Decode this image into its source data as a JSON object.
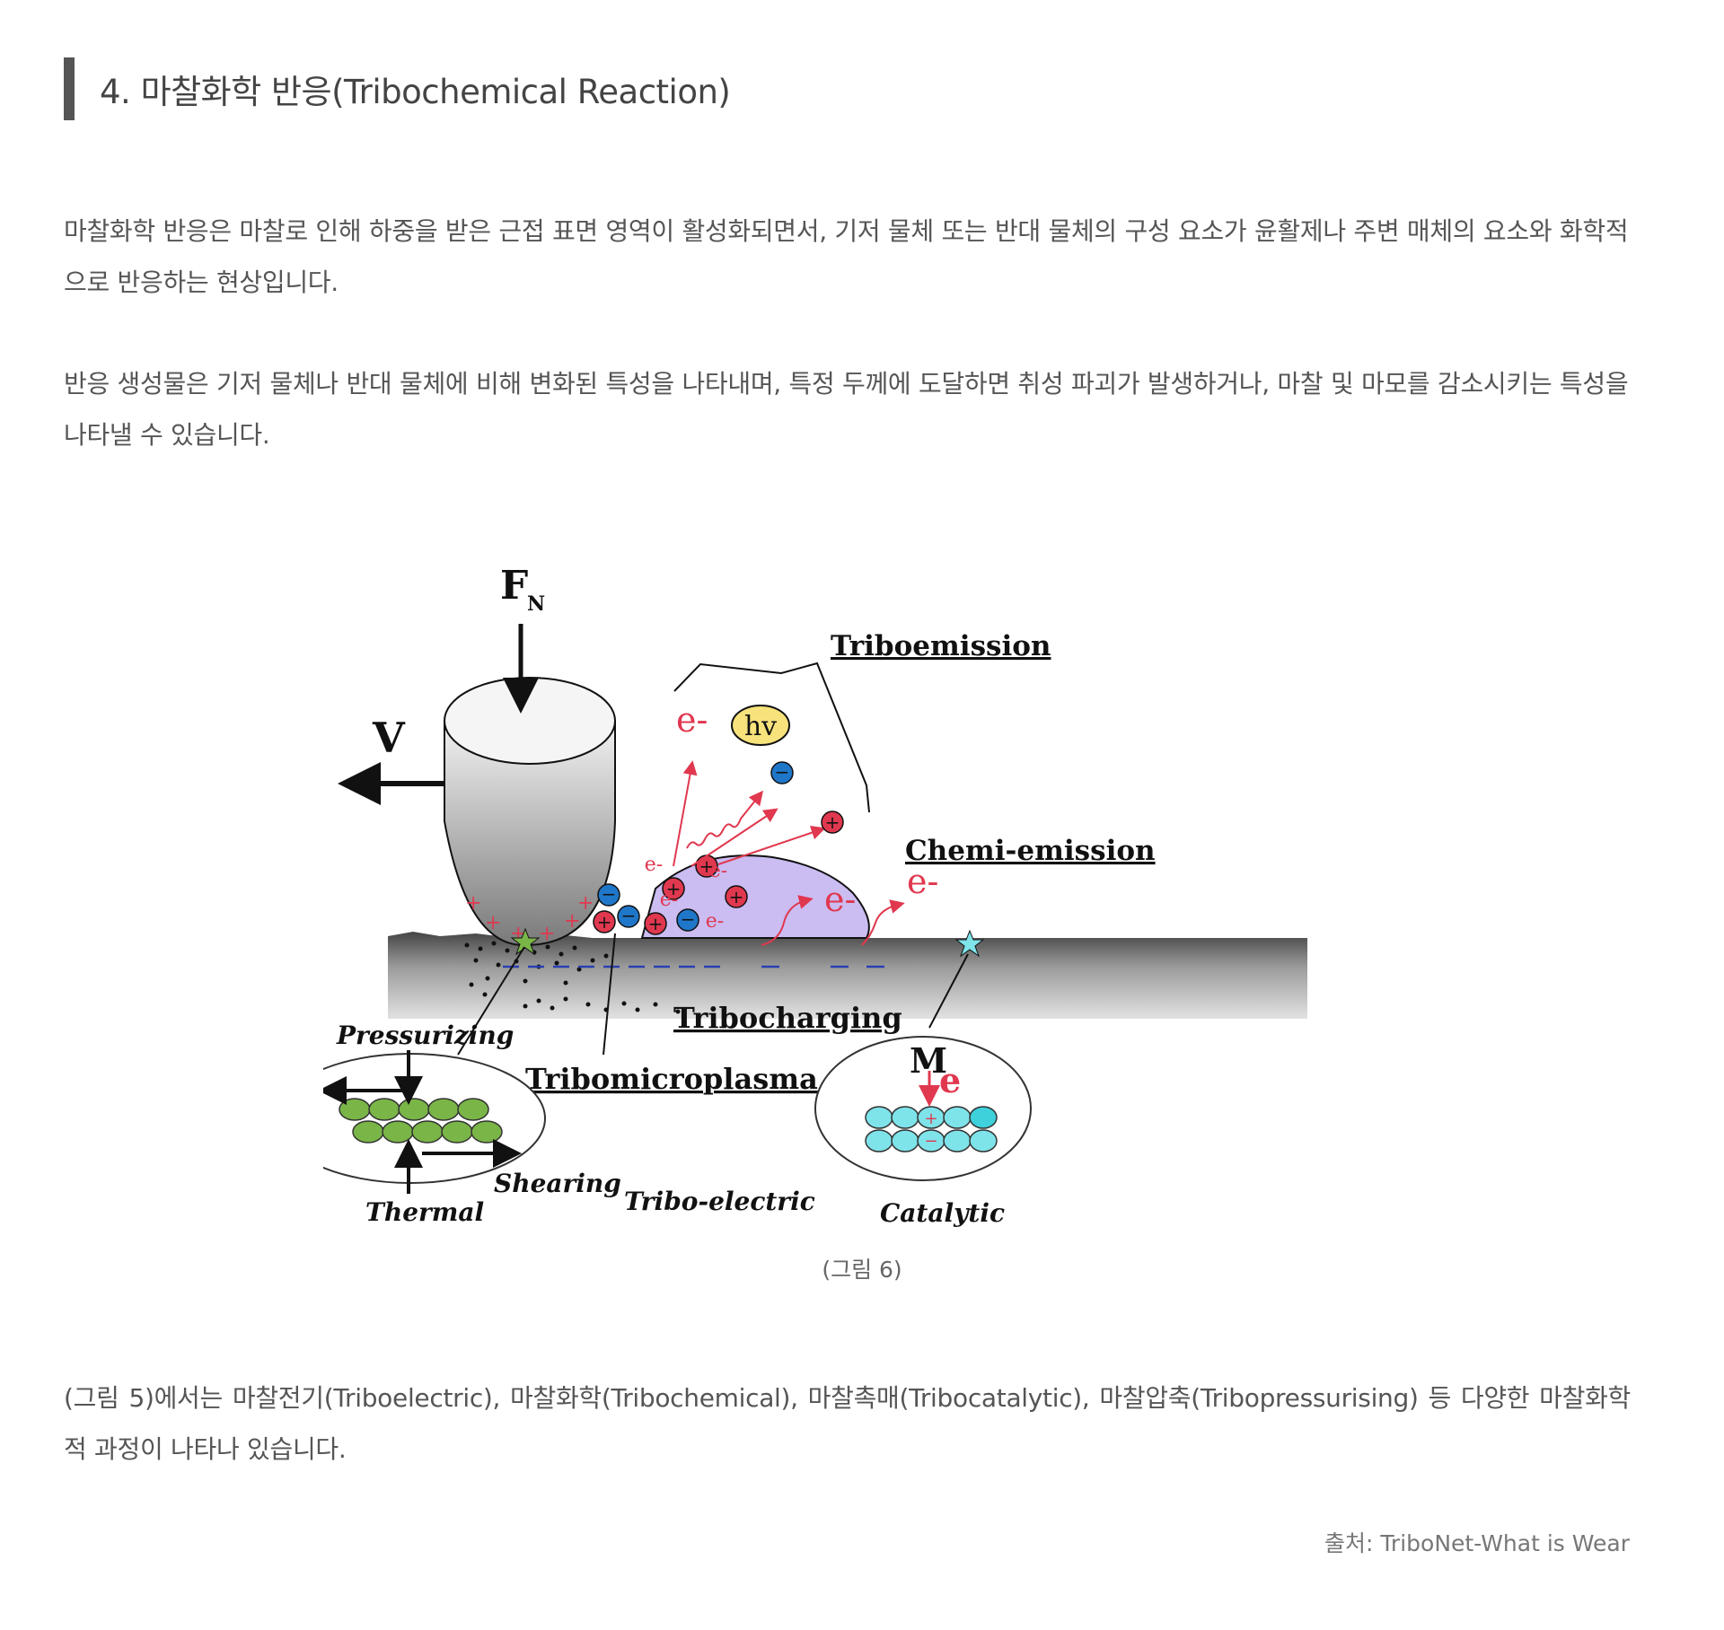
{
  "section": {
    "heading": "4. 마찰화학 반응(Tribochemical Reaction)"
  },
  "paragraphs": {
    "p1": "마찰화학 반응은 마찰로 인해 하중을 받은 근접 표면 영역이 활성화되면서, 기저 물체 또는 반대 물체의 구성 요소가 윤활제나 주변 매체의 요소와 화학적으로 반응하는 현상입니다.",
    "p2": "반응 생성물은 기저 물체나 반대 물체에 비해 변화된 특성을 나타내며, 특정 두께에 도달하면 취성 파괴가 발생하거나, 마찰 및 마모를 감소시키는 특성을 나타낼 수 있습니다.",
    "p3": "(그림 5)에서는 마찰전기(Triboelectric), 마찰화학(Tribochemical), 마찰촉매(Tribocatalytic), 마찰압축(Tribopressurising) 등 다양한 마찰화학적 과정이 나타나 있습니다."
  },
  "figure": {
    "label_F": "F",
    "label_N": "N",
    "label_V": "V",
    "label_hv": "hv",
    "label_e": "e-",
    "label_e_small": "e-",
    "label_triboemission": "Triboemission",
    "label_chemiemission": "Chemi-emission",
    "label_tribocharging": "Tribocharging",
    "label_tribomicroplasma": "Tribomicroplasma",
    "label_pressurizing": "Pressurizing",
    "label_shearing": "Shearing",
    "label_thermal": "Thermal",
    "label_triboelectric": "Tribo-electric",
    "label_catalytic": "Catalytic",
    "label_M": "M",
    "label_e_catalytic": "e",
    "caption": "(그림 6)"
  },
  "source": "출처: TriboNet-What is Wear",
  "colors": {
    "red": "#e0384f",
    "blue": "#1f77c9",
    "green": "#7ab547",
    "cyan": "#7fe3ea",
    "purple": "#cbbcf2",
    "yellow": "#f7e27c"
  }
}
